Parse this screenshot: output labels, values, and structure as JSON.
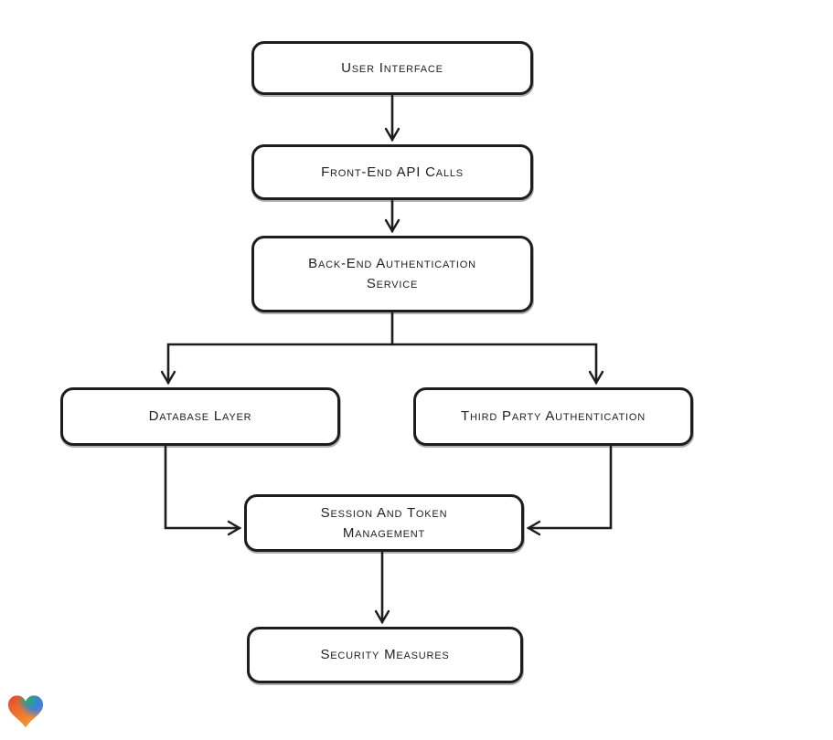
{
  "canvas": {
    "background": "#ffffff",
    "stroke_color": "#1d1d1d",
    "node_fill": "#ffffff"
  },
  "diagram": {
    "type": "flowchart",
    "nodes": [
      {
        "id": "user-interface",
        "label": "User Interface"
      },
      {
        "id": "frontend-api",
        "label": "Front-End API Calls"
      },
      {
        "id": "backend-auth",
        "label": "Back-End Authentication Service"
      },
      {
        "id": "database-layer",
        "label": "Database Layer"
      },
      {
        "id": "third-party-auth",
        "label": "Third Party Authentication"
      },
      {
        "id": "session-token",
        "label": "Session And Token Management"
      },
      {
        "id": "security-measures",
        "label": "Security Measures"
      }
    ],
    "edges": [
      {
        "from": "user-interface",
        "to": "frontend-api"
      },
      {
        "from": "frontend-api",
        "to": "backend-auth"
      },
      {
        "from": "backend-auth",
        "to": "database-layer"
      },
      {
        "from": "backend-auth",
        "to": "third-party-auth"
      },
      {
        "from": "database-layer",
        "to": "session-token"
      },
      {
        "from": "third-party-auth",
        "to": "session-token"
      },
      {
        "from": "session-token",
        "to": "security-measures"
      }
    ]
  },
  "logo": {
    "name": "gradient-heart-logo",
    "colors": {
      "red": "#e8432d",
      "orange": "#f6a02e",
      "green": "#27ae60",
      "blue": "#2f80ed"
    }
  }
}
